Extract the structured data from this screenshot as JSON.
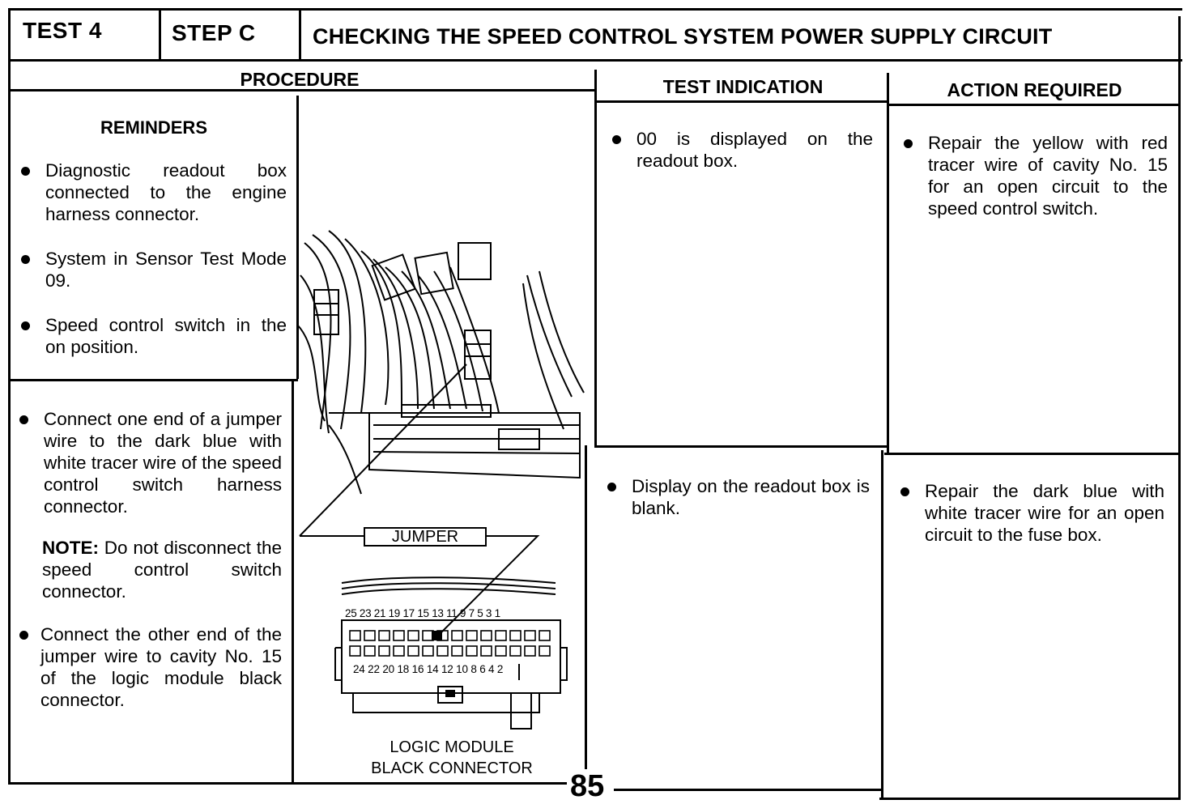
{
  "header": {
    "test": "TEST 4",
    "step": "STEP C",
    "title": "CHECKING THE SPEED CONTROL SYSTEM POWER SUPPLY CIRCUIT"
  },
  "columns": {
    "procedure": "PROCEDURE",
    "test_indication": "TEST INDICATION",
    "action_required": "ACTION REQUIRED"
  },
  "reminders": {
    "title": "REMINDERS",
    "items": [
      "Diagnostic readout box connected to the engine harness connector.",
      "System in Sensor Test Mode 09.",
      "Speed control switch in the on position."
    ]
  },
  "procedure_steps": {
    "step1": "Connect one end of a jumper wire to the dark blue with white tracer wire of the speed control switch harness connector.",
    "note_label": "NOTE:",
    "note_text": "Do not disconnect the speed control switch connector.",
    "step2": "Connect the other end of the jumper wire to cavity No. 15 of the logic module black connector."
  },
  "figure": {
    "jumper_label": "JUMPER",
    "top_row_numbers": "25 23 21 19 17 15 13 11 9 7 5 3 1",
    "bottom_row_numbers": "24 22 20 18 16 14 12 10 8 6 4 2",
    "caption_line1": "LOGIC MODULE",
    "caption_line2": "BLACK CONNECTOR"
  },
  "results": [
    {
      "indication": "00 is displayed on the readout box.",
      "action": "Repair the yellow with red tracer wire of cavity No. 15 for an open circuit to the speed control switch."
    },
    {
      "indication": "Display on the readout box is blank.",
      "action": "Repair the dark blue with white tracer wire for an open circuit to the fuse box."
    }
  ],
  "page_number": "85"
}
